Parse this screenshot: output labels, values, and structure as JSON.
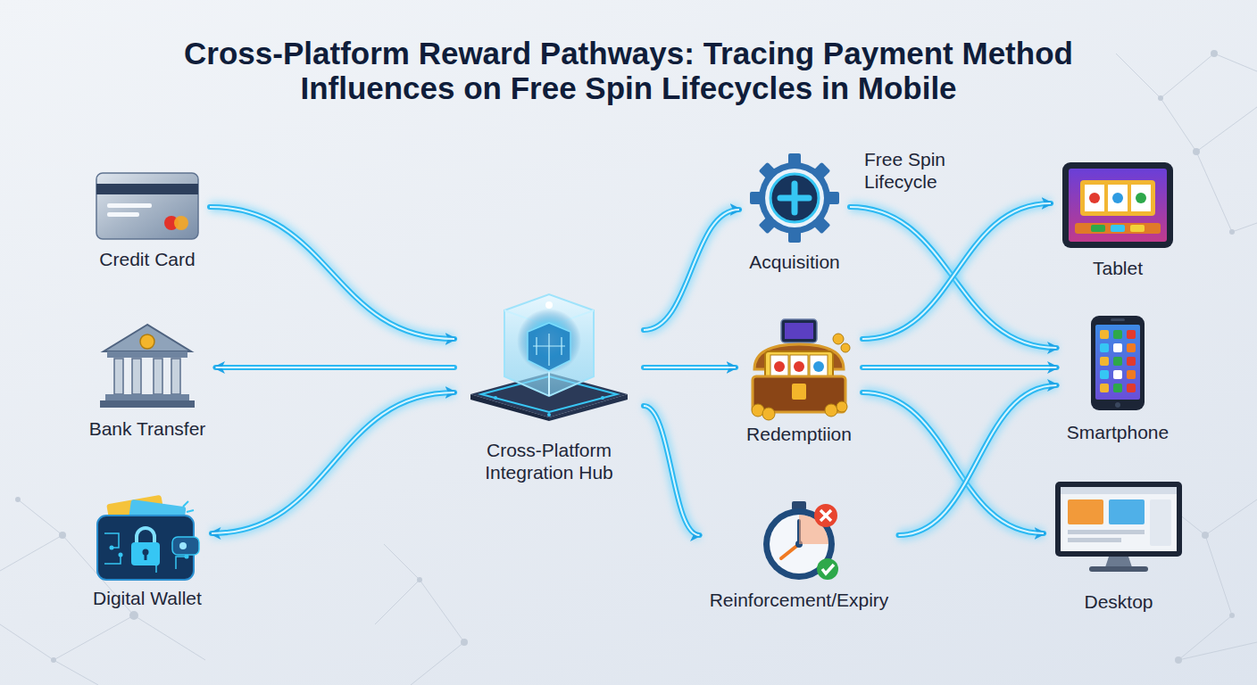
{
  "diagram": {
    "title": "Cross-Platform Reward Pathways: Tracing Payment Method Influences on Free Spin Lifecycles in Mobile",
    "nodes": [
      {
        "text": [
          "Credit Card"
        ]
      },
      {
        "text": [
          "Bank Transfer"
        ]
      },
      {
        "text": [
          "Digital Wallet"
        ]
      },
      {
        "text": [
          "Cross-Platform Integration Hub"
        ]
      },
      {
        "text": [
          "Acquisition"
        ]
      },
      {
        "text": [
          "Redemptiion"
        ]
      },
      {
        "text": [
          "Reinforcement/Expiry"
        ]
      },
      {
        "text": [
          "Tablet"
        ]
      },
      {
        "text": [
          "Smartphone"
        ]
      },
      {
        "text": [
          "Desktop"
        ]
      }
    ],
    "edges": [
      {
        "from": 0,
        "to": 3,
        "arrow": "to"
      },
      {
        "from": 3,
        "to": 1,
        "arrow": "to"
      },
      {
        "from": 2,
        "to": 3,
        "arrow": "both"
      },
      {
        "from": 3,
        "to": 4,
        "arrow": "to"
      },
      {
        "from": 3,
        "to": 5,
        "arrow": "to"
      },
      {
        "from": 3,
        "to": 6,
        "arrow": "to"
      },
      {
        "from": 4,
        "to": 8,
        "arrow": "to"
      },
      {
        "from": 5,
        "to": 7,
        "arrow": "to"
      },
      {
        "from": 5,
        "to": 8,
        "arrow": "to"
      },
      {
        "from": 5,
        "to": 9,
        "arrow": "to"
      },
      {
        "from": 6,
        "to": 8,
        "arrow": "to"
      }
    ],
    "labels": [
      "Free Spin Lifecycle"
    ]
  }
}
